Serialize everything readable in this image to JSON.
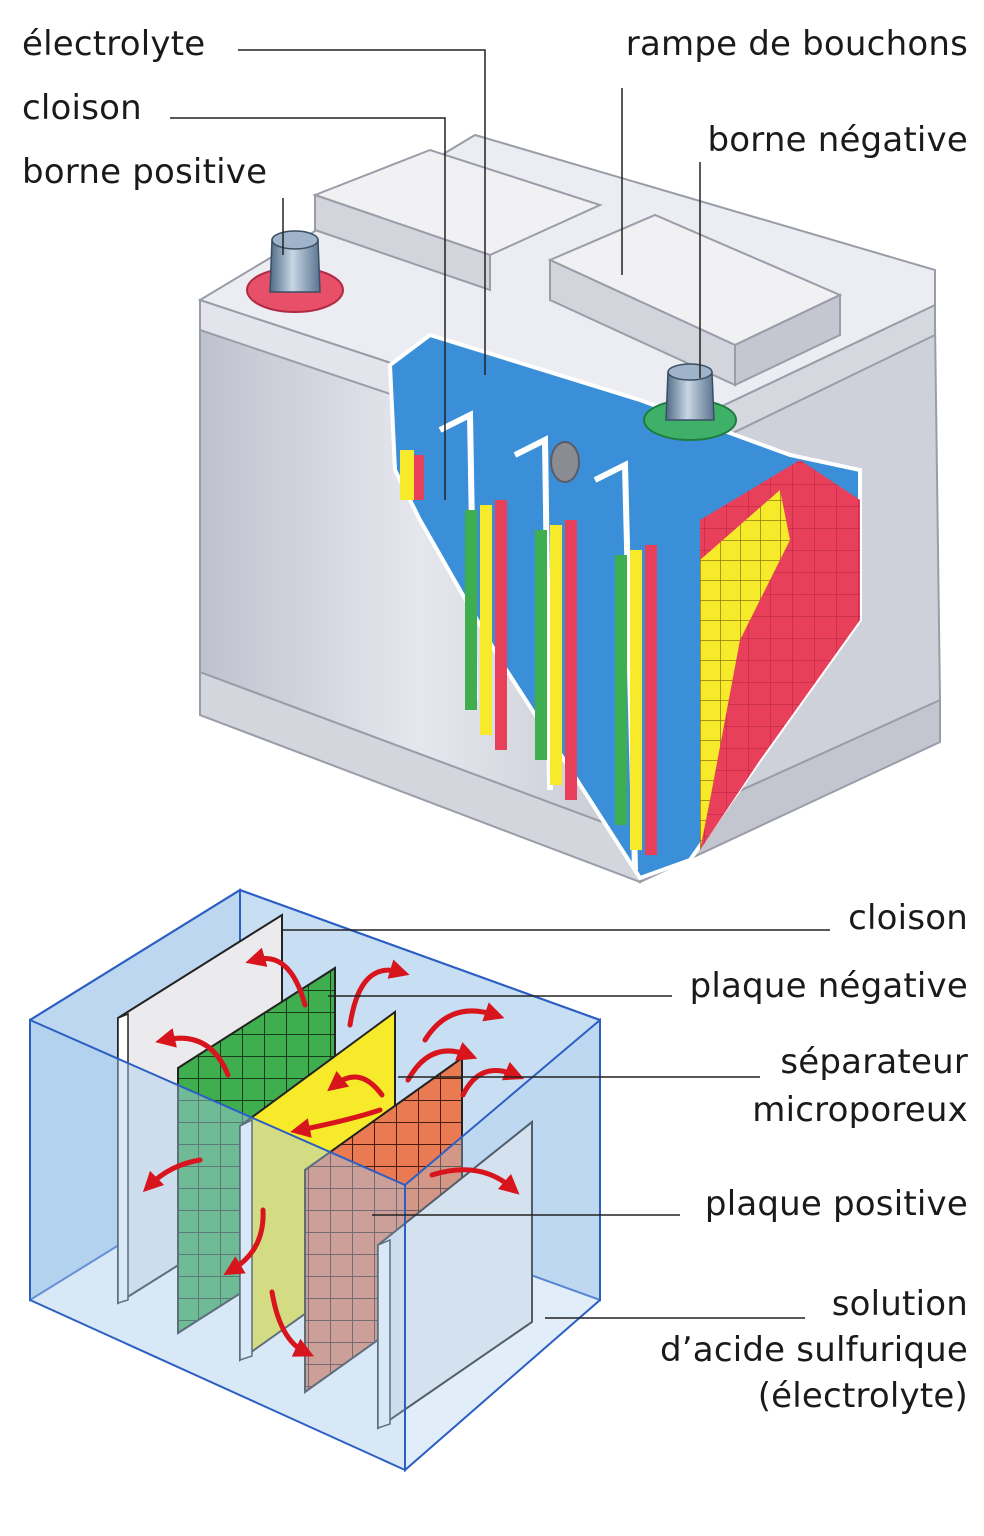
{
  "labels": {
    "electrolyte": "électrolyte",
    "cloison_top": "cloison",
    "borne_positive": "borne positive",
    "rampe": "rampe de bouchons",
    "borne_negative": "borne négative",
    "cloison_bottom": "cloison",
    "plaque_negative": "plaque négative",
    "separateur_1": "séparateur",
    "separateur_2": "microporeux",
    "plaque_positive": "plaque positive",
    "solution_1": "solution",
    "solution_2": "d’acide sulfurique",
    "solution_3": "(électrolyte)"
  },
  "colors": {
    "case": "#cfd2dc",
    "electrolyte": "#3a8fd8",
    "positive_terminal": "#e8506a",
    "negative_terminal": "#3fb067",
    "plate_green": "#3fae4f",
    "plate_yellow": "#f6ea2a",
    "plate_red": "#e8405a",
    "plate_orange": "#ea7a52",
    "tank": "#bcd7ef",
    "arrow": "#d8141c"
  }
}
